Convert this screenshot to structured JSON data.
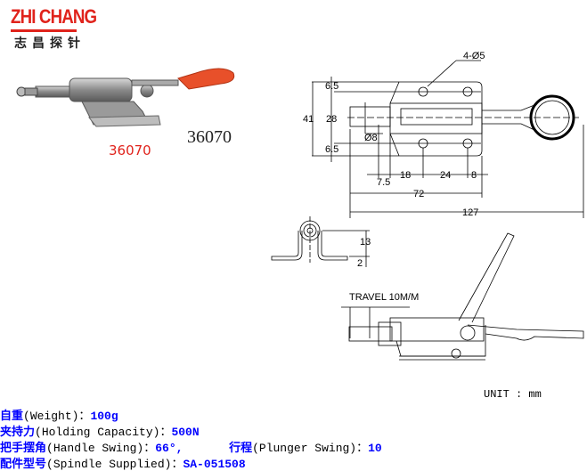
{
  "logo": {
    "brand": "ZHI CHANG",
    "brand_cn": "志昌探针"
  },
  "product": {
    "model_red": "36070",
    "model_black": "36070"
  },
  "drawing": {
    "top_view": {
      "holes": "4-Ø5",
      "height_total": "41",
      "hole_spacing_v": "28",
      "edge_top": "6.5",
      "edge_bottom": "6.5",
      "plunger_dia": "Ø8",
      "dim_7_5": "7.5",
      "dim_18": "18",
      "dim_24": "24",
      "dim_8": "8",
      "base_length": "72",
      "total_length": "127"
    },
    "end_view": {
      "height": "13",
      "thickness": "2"
    },
    "side_view": {
      "travel": "TRAVEL 10M/M"
    },
    "unit": "UNIT : mm"
  },
  "specs": [
    {
      "cn": "自重",
      "en": "(Weight)：",
      "value": "100g"
    },
    {
      "cn": "夹持力",
      "en": "(Holding Capacity)：",
      "value": "500N"
    },
    {
      "cn": "把手摆角",
      "en": "(Handle Swing)：",
      "value": "66°,",
      "cn2": "行程",
      "en2": "(Plunger Swing)：",
      "value2": "10"
    },
    {
      "cn": "配件型号",
      "en": "(Spindle Supplied)：",
      "value": "SA-051508"
    }
  ],
  "colors": {
    "brand": "#e0231c",
    "spec_value": "#0000ff",
    "handle": "#e8502a"
  }
}
